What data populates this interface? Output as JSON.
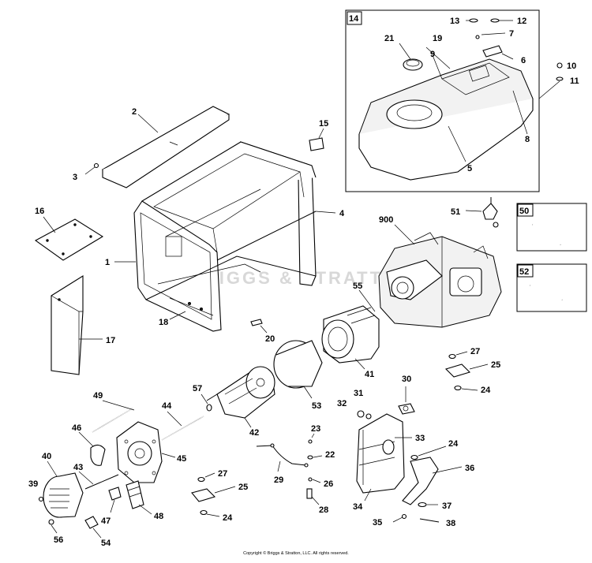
{
  "watermark": "BRIGGS & STRATTON",
  "copyright": "Copyright © Briggs & Stratton, LLC. All rights reserved.",
  "callouts": {
    "n1": "1",
    "n2": "2",
    "n3": "3",
    "n4": "4",
    "n5": "5",
    "n6": "6",
    "n7": "7",
    "n8": "8",
    "n9": "9",
    "n10": "10",
    "n11": "11",
    "n12": "12",
    "n13": "13",
    "n14": "14",
    "n15": "15",
    "n16": "16",
    "n17": "17",
    "n18": "18",
    "n19": "19",
    "n20": "20",
    "n21": "21",
    "n22": "22",
    "n23": "23",
    "n24a": "24",
    "n24b": "24",
    "n24c": "24",
    "n25a": "25",
    "n25b": "25",
    "n26": "26",
    "n27a": "27",
    "n27b": "27",
    "n28": "28",
    "n29": "29",
    "n30": "30",
    "n31": "31",
    "n32": "32",
    "n33": "33",
    "n34": "34",
    "n35": "35",
    "n36": "36",
    "n37": "37",
    "n38": "38",
    "n39": "39",
    "n40": "40",
    "n41": "41",
    "n42": "42",
    "n43": "43",
    "n44": "44",
    "n45": "45",
    "n46": "46",
    "n47": "47",
    "n48": "48",
    "n49": "49",
    "n50": "50",
    "n51": "51",
    "n52": "52",
    "n53": "53",
    "n54": "54",
    "n55": "55",
    "n56": "56",
    "n57": "57",
    "n900": "900"
  }
}
